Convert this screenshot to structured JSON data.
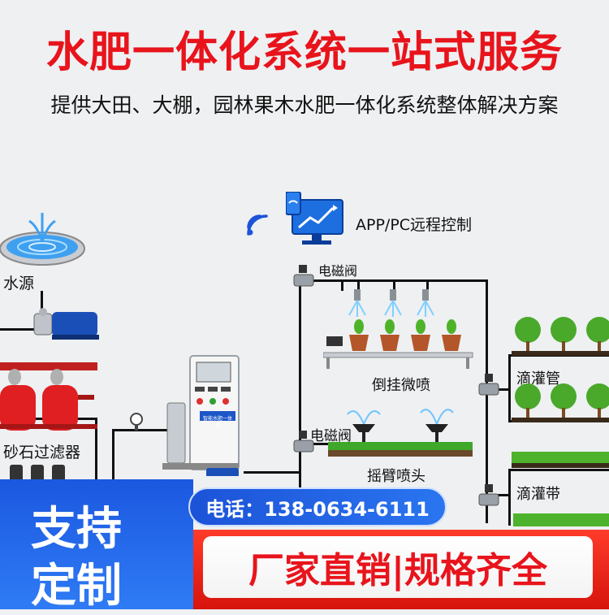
{
  "header": {
    "title": "水肥一体化系统一站式服务",
    "subtitle": "提供大田、大棚，园林果木水肥一体化系统整体解决方案"
  },
  "diagram": {
    "remote_control_label": "APP/PC远程控制",
    "water_source_label": "水源",
    "sand_filter_label": "砂石过滤器",
    "solenoid_valve_label_1": "电磁阀",
    "solenoid_valve_label_2": "电磁阀",
    "hanging_spray_label": "倒挂微喷",
    "rocker_sprinkler_label": "摇臂喷头",
    "drip_pipe_label": "滴灌管",
    "drip_tape_label": "滴灌带",
    "machine_label": "智能水肥一体机"
  },
  "banner": {
    "phone": "电话：138-0634-6111"
  },
  "custom_box": {
    "line1": "支持",
    "line2": "定制"
  },
  "bottom_bar": {
    "text": "厂家直销|规格齐全"
  },
  "colors": {
    "title_red": "#e8141c",
    "blue": "#1c53d8",
    "pipe": "#111111"
  }
}
